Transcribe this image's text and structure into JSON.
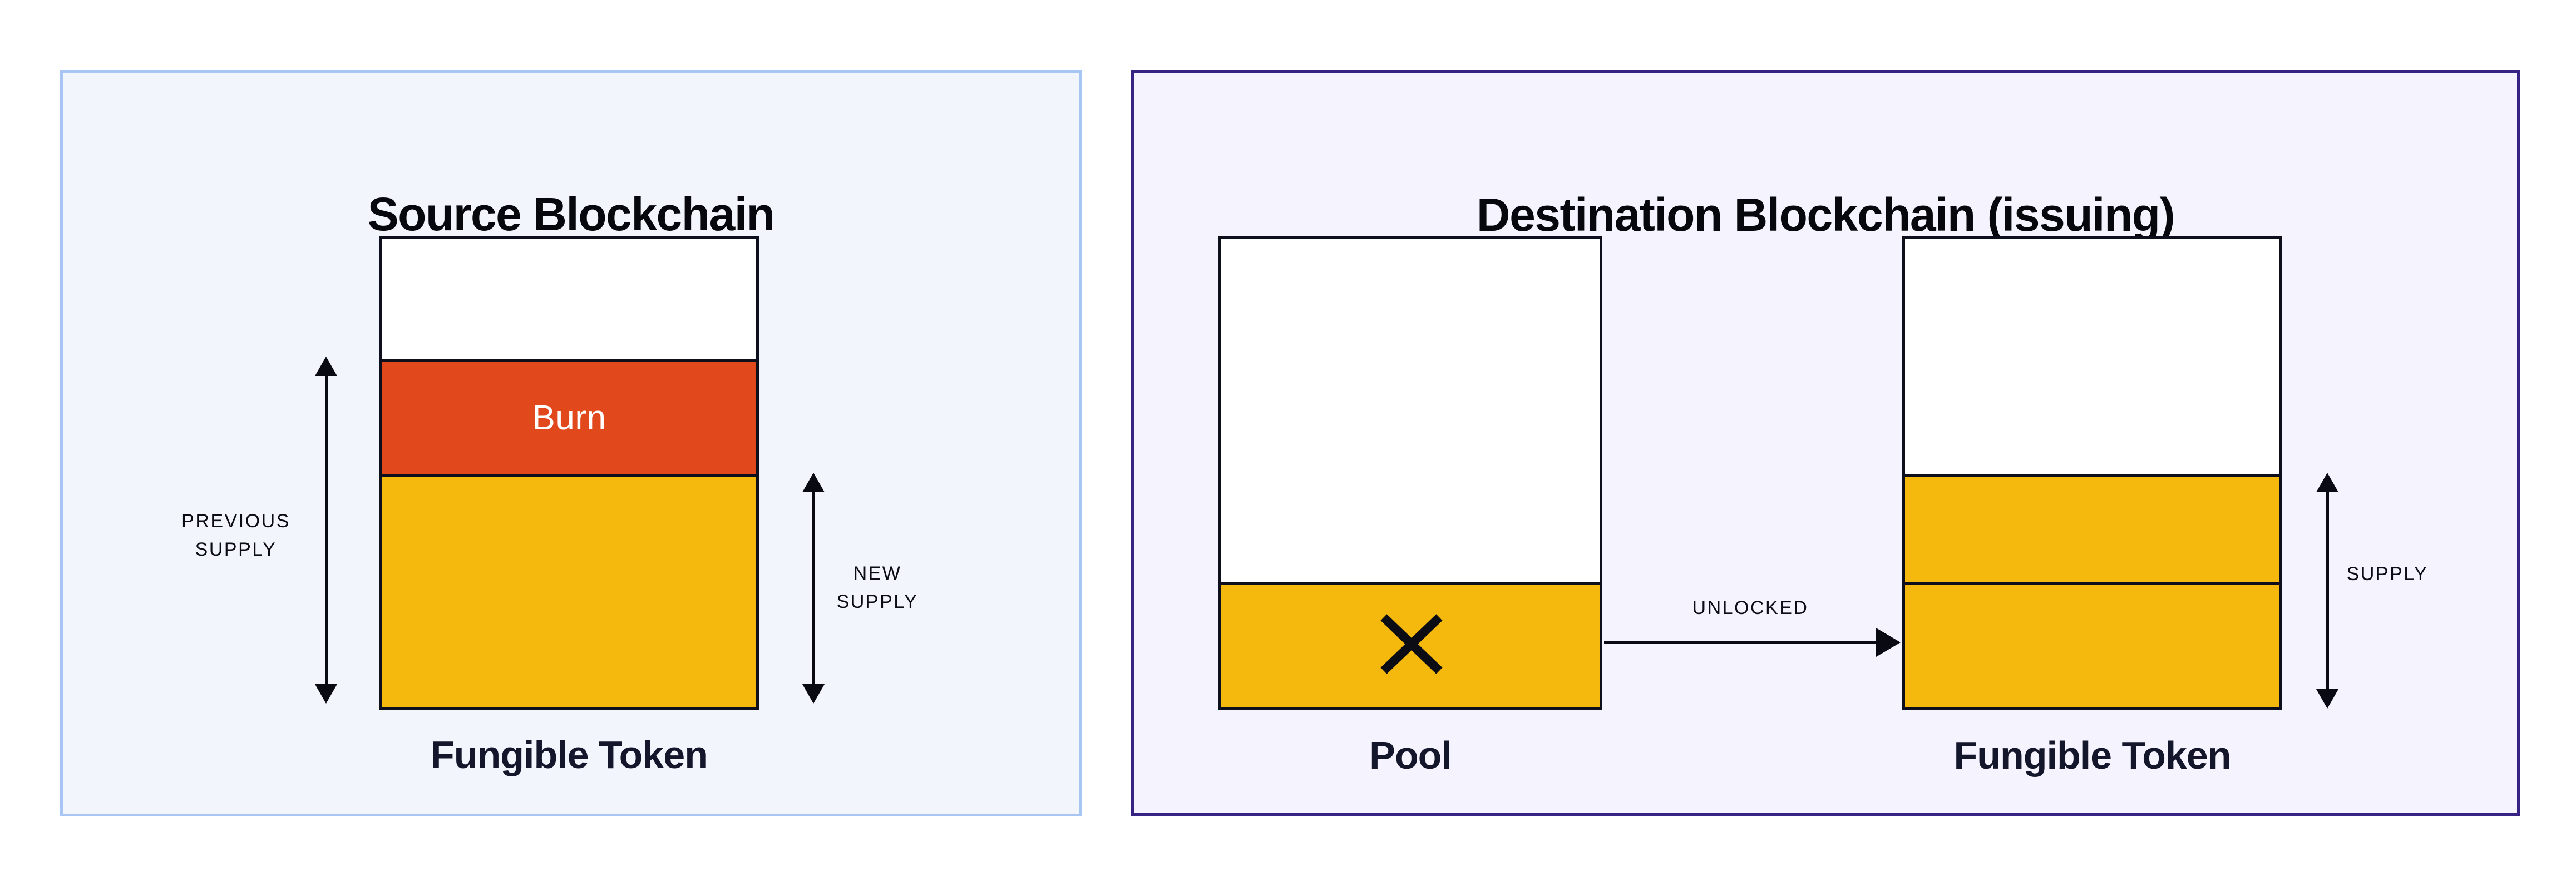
{
  "canvas": {
    "background": "#ffffff"
  },
  "colors": {
    "supply_yellow": "#f5b80d",
    "burn_orange": "#e1491c",
    "ink_black": "#0a0b12",
    "bar_border": "#0d0f1d",
    "caption_navy": "#14162b",
    "source_panel_border": "#a8c6f4",
    "source_panel_bg": "#f2f5fc",
    "dest_panel_border": "#372384",
    "dest_panel_bg": "#f5f3fd",
    "burn_text": "#ffffff"
  },
  "source_panel": {
    "title": "Source Blockchain",
    "burn_label": "Burn",
    "previous_supply_label": "PREVIOUS\nSUPPLY",
    "new_supply_label": "NEW\nSUPPLY",
    "bar_label": "Fungible Token"
  },
  "destination_panel": {
    "title": "Destination Blockchain (issuing)",
    "pool_label": "Pool",
    "unlocked_label": "UNLOCKED",
    "supply_label": "SUPPLY",
    "bar_label": "Fungible Token",
    "x_icon_meaning": "cross-icon"
  }
}
